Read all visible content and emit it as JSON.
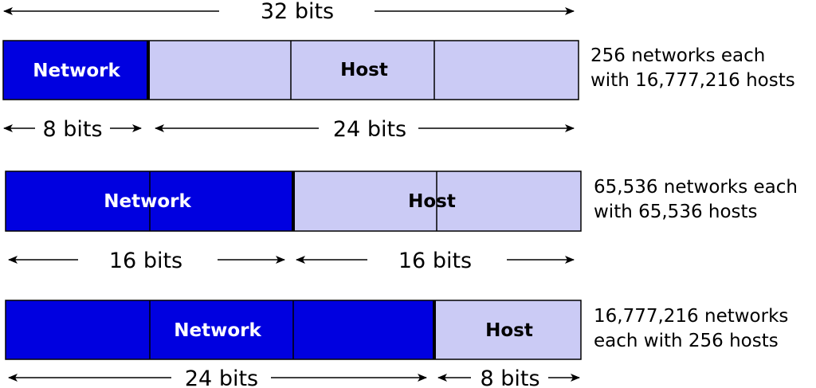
{
  "top": {
    "width_label": "32 bits"
  },
  "rows": [
    {
      "network_label": "Network",
      "host_label": "Host",
      "network_bits_label": "8 bits",
      "host_bits_label": "24 bits",
      "description": [
        "256 networks each",
        "with 16,777,216 hosts"
      ]
    },
    {
      "network_label": "Network",
      "host_label": "Host",
      "network_bits_label": "16 bits",
      "host_bits_label": "16 bits",
      "description": [
        "65,536 networks each",
        "with 65,536 hosts"
      ]
    },
    {
      "network_label": "Network",
      "host_label": "Host",
      "network_bits_label": "24 bits",
      "host_bits_label": "8 bits",
      "description": [
        "16,777,216 networks",
        "each with 256 hosts"
      ]
    }
  ],
  "colors": {
    "network": "#0000e0",
    "host": "#cbcbf5",
    "line": "#000000"
  }
}
